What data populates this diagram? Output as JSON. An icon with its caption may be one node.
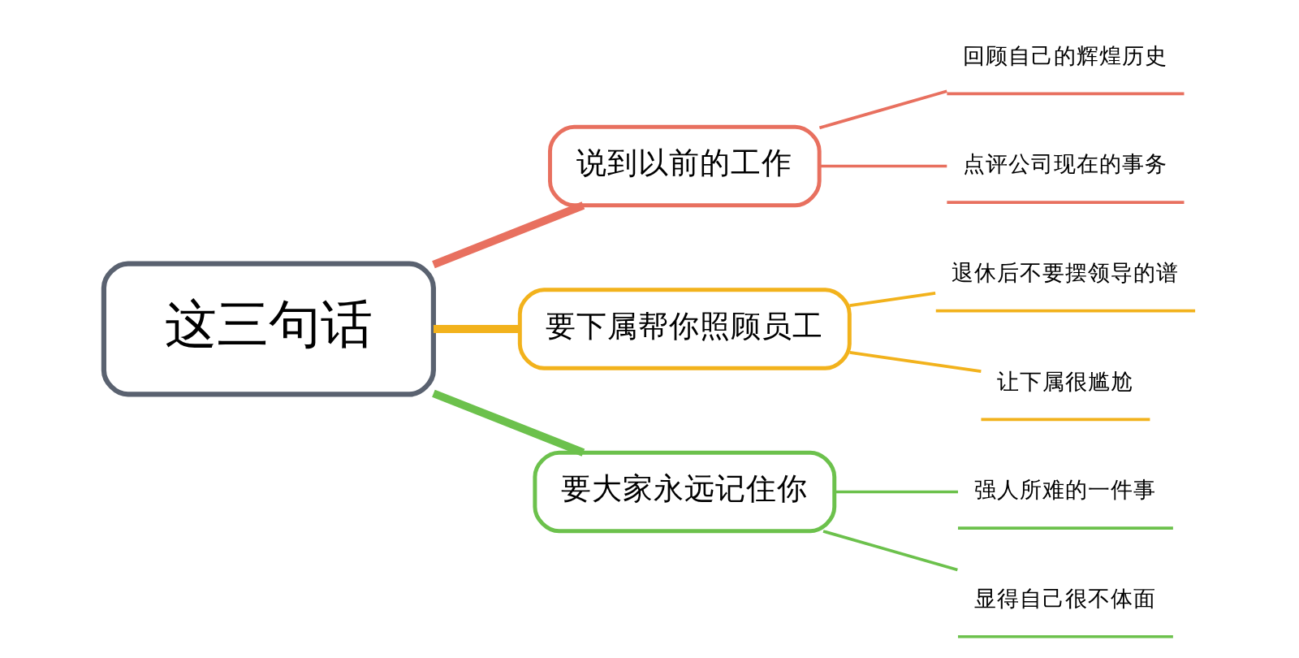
{
  "diagram": {
    "nodes": [
      {
        "text": [
          "这三句话"
        ]
      },
      {
        "text": [
          "说到以前的工作"
        ]
      },
      {
        "text": [
          "回顾自己的辉煌历史"
        ]
      },
      {
        "text": [
          "点评公司现在的事务"
        ]
      },
      {
        "text": [
          "要下属帮你照顾员工"
        ]
      },
      {
        "text": [
          "退休后不要摆领导的谱"
        ]
      },
      {
        "text": [
          "让下属很尴尬"
        ]
      },
      {
        "text": [
          "要大家永远记住你"
        ]
      },
      {
        "text": [
          "强人所难的一件事"
        ]
      },
      {
        "text": [
          "显得自己很不体面"
        ]
      }
    ],
    "edges": [
      {
        "from": 0,
        "to": 1,
        "arrow": "none",
        "style": "thick",
        "color": "#e8705f"
      },
      {
        "from": 1,
        "to": 2,
        "arrow": "none",
        "color": "#e8705f"
      },
      {
        "from": 1,
        "to": 3,
        "arrow": "none",
        "color": "#e8705f"
      },
      {
        "from": 0,
        "to": 4,
        "arrow": "none",
        "style": "thick",
        "color": "#f2b21c"
      },
      {
        "from": 4,
        "to": 5,
        "arrow": "none",
        "color": "#f2b21c"
      },
      {
        "from": 4,
        "to": 6,
        "arrow": "none",
        "color": "#f2b21c"
      },
      {
        "from": 0,
        "to": 7,
        "arrow": "none",
        "style": "thick",
        "color": "#6cc14c"
      },
      {
        "from": 7,
        "to": 8,
        "arrow": "none",
        "color": "#6cc14c"
      },
      {
        "from": 7,
        "to": 9,
        "arrow": "none",
        "color": "#6cc14c"
      }
    ]
  }
}
